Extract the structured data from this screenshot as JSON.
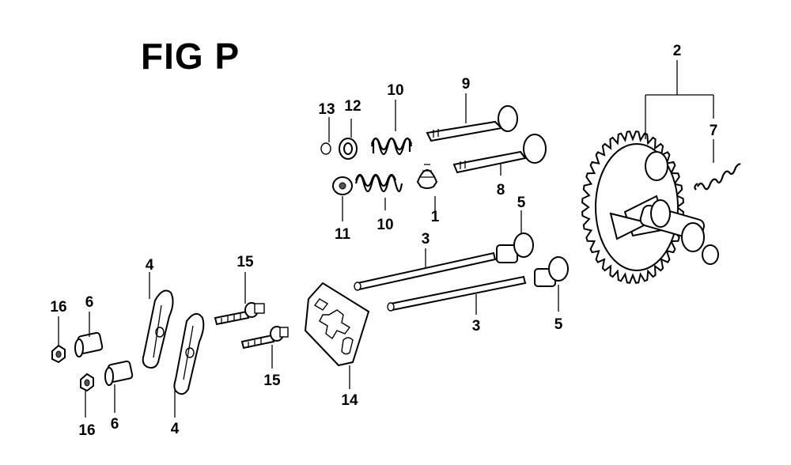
{
  "figure": {
    "title": "FIG P"
  },
  "callouts": {
    "c1": "1",
    "c2": "2",
    "c3a": "3",
    "c3b": "3",
    "c4a": "4",
    "c4b": "4",
    "c5a": "5",
    "c5b": "5",
    "c6a": "6",
    "c6b": "6",
    "c7": "7",
    "c8": "8",
    "c9": "9",
    "c10a": "10",
    "c10b": "10",
    "c11": "11",
    "c12": "12",
    "c13": "13",
    "c14": "14",
    "c15a": "15",
    "c15b": "15",
    "c16a": "16",
    "c16b": "16"
  }
}
